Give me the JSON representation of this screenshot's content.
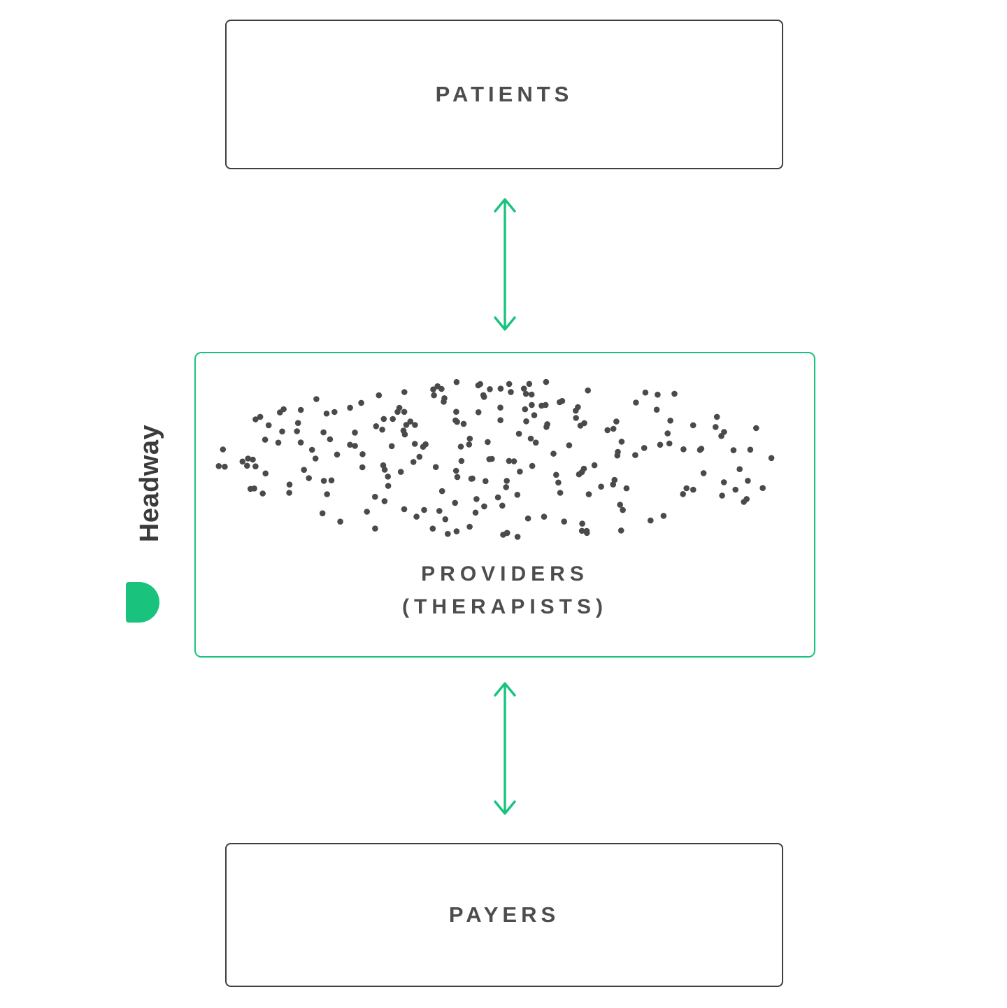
{
  "logo": {
    "text": "Headway",
    "mark_icon": "headway-mark-icon"
  },
  "colors": {
    "green": "#19c37d",
    "dark_border": "#3f3f3f",
    "text": "#4d4d4d",
    "dot": "#4a4a4a"
  },
  "boxes": {
    "patients": {
      "label": "PATIENTS"
    },
    "providers": {
      "label_line1": "PROVIDERS",
      "label_line2": "(THERAPISTS)",
      "dots": {
        "count": 230,
        "radius": 4.3
      }
    },
    "payers": {
      "label": "PAYERS"
    }
  },
  "arrows": {
    "icon": "double-headed-vertical-arrow",
    "top": "patients-to-providers",
    "bottom": "providers-to-payers"
  }
}
